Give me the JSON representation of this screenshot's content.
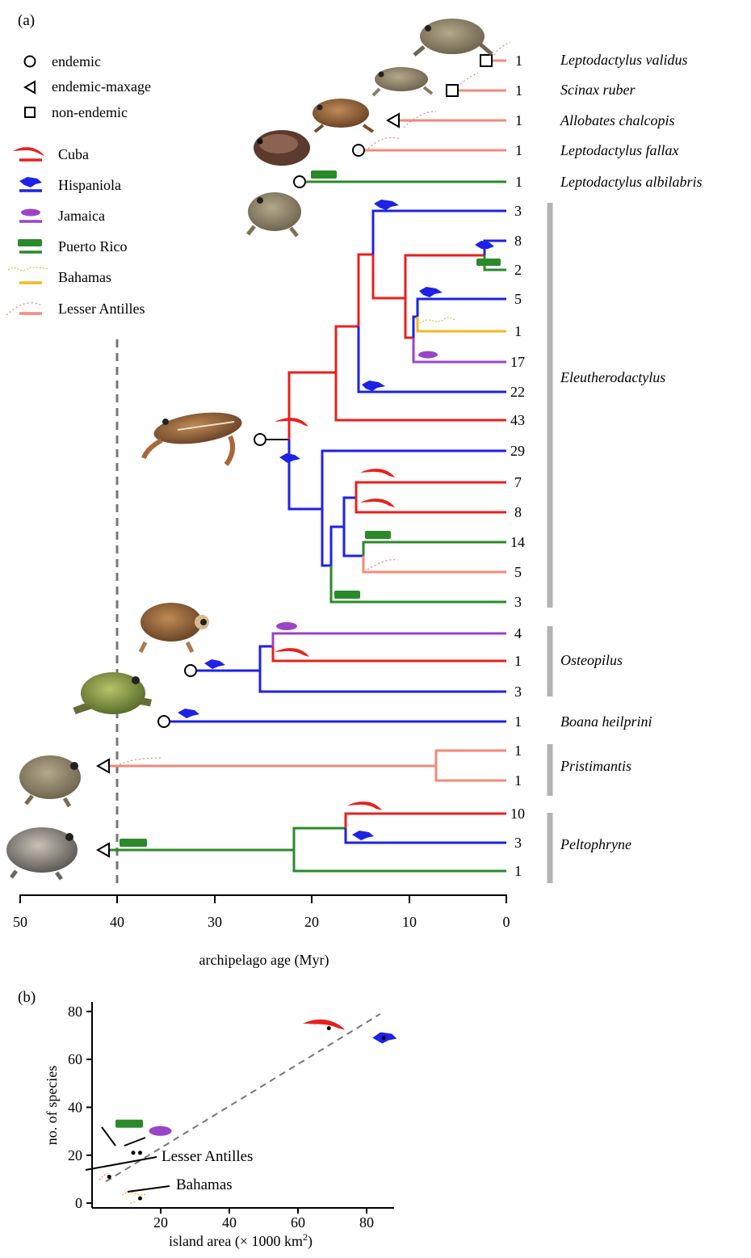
{
  "panel_a": {
    "label": "(a)",
    "legend_markers": [
      {
        "symbol": "circle",
        "label": "endemic"
      },
      {
        "symbol": "triangle",
        "label": "endemic-maxage"
      },
      {
        "symbol": "square",
        "label": "non-endemic"
      }
    ],
    "legend_islands": [
      {
        "island": "cuba",
        "label": "Cuba",
        "color": "#e8201c"
      },
      {
        "island": "hispaniola",
        "label": "Hispaniola",
        "color": "#1d22e6"
      },
      {
        "island": "jamaica",
        "label": "Jamaica",
        "color": "#9b44c9"
      },
      {
        "island": "puertorico",
        "label": "Puerto Rico",
        "color": "#2a8a2a"
      },
      {
        "island": "bahamas",
        "label": "Bahamas",
        "color": "#f5b820"
      },
      {
        "island": "lesser",
        "label": "Lesser Antilles",
        "color": "#f08a7a"
      }
    ],
    "x_axis": {
      "label": "archipelago age (Myr)",
      "ticks": [
        "50",
        "40",
        "30",
        "20",
        "10",
        "0"
      ],
      "reference_line_myr": 40
    },
    "tip_counts": [
      "1",
      "1",
      "1",
      "1",
      "1",
      "3",
      "8",
      "2",
      "5",
      "1",
      "17",
      "22",
      "43",
      "29",
      "7",
      "8",
      "14",
      "5",
      "3",
      "4",
      "1",
      "3",
      "1",
      "1",
      "1",
      "10",
      "3",
      "1"
    ],
    "clade_labels": [
      {
        "text": "Leptodactylus validus",
        "italic": true
      },
      {
        "text": "Scinax ruber",
        "italic": true
      },
      {
        "text": "Allobates chalcopis",
        "italic": true
      },
      {
        "text": "Leptodactylus fallax",
        "italic": true
      },
      {
        "text": "Leptodactylus albilabris",
        "italic": true
      },
      {
        "text": "Eleutherodactylus",
        "italic": true
      },
      {
        "text": "Osteopilus",
        "italic": true
      },
      {
        "text": "Boana heilprini",
        "italic": true
      },
      {
        "text": "Pristimantis",
        "italic": true
      },
      {
        "text": "Peltophryne",
        "italic": true
      }
    ]
  },
  "panel_b": {
    "label": "(b)",
    "annotations": [
      "Lesser Antilles",
      "Bahamas"
    ]
  },
  "chart_data": [
    {
      "type": "tree",
      "x_axis": "archipelago age (Myr)",
      "xlim": [
        50,
        0
      ],
      "reference_line": 40,
      "colonizations": [
        {
          "clade": "Leptodactylus validus",
          "island": "Lesser Antilles",
          "age": 2,
          "marker": "non-endemic",
          "species": [
            1
          ]
        },
        {
          "clade": "Scinax ruber",
          "island": "Lesser Antilles",
          "age": 5.5,
          "marker": "non-endemic",
          "species": [
            1
          ]
        },
        {
          "clade": "Allobates chalcopis",
          "island": "Lesser Antilles",
          "age": 11.5,
          "marker": "endemic-maxage",
          "species": [
            1
          ]
        },
        {
          "clade": "Leptodactylus fallax",
          "island": "Lesser Antilles",
          "age": 15.3,
          "marker": "endemic",
          "species": [
            1
          ]
        },
        {
          "clade": "Leptodactylus albilabris",
          "island": "Puerto Rico",
          "age": 21,
          "marker": "endemic",
          "species": [
            1
          ]
        },
        {
          "clade": "Eleutherodactylus",
          "island": "Cuba",
          "age": 25.2,
          "marker": "endemic",
          "species": [
            3,
            8,
            2,
            5,
            1,
            17,
            22,
            43,
            29,
            7,
            8,
            14,
            5,
            3
          ]
        },
        {
          "clade": "Osteopilus",
          "island": "Hispaniola",
          "age": 32.5,
          "marker": "endemic",
          "species": [
            4,
            1,
            3
          ]
        },
        {
          "clade": "Boana heilprini",
          "island": "Hispaniola",
          "age": 35,
          "marker": "endemic",
          "species": [
            1
          ]
        },
        {
          "clade": "Pristimantis",
          "island": "Lesser Antilles",
          "age": 41,
          "marker": "endemic-maxage",
          "species": [
            1,
            1
          ]
        },
        {
          "clade": "Peltophryne",
          "island": "Puerto Rico",
          "age": 41,
          "marker": "endemic-maxage",
          "species": [
            10,
            3,
            1
          ]
        }
      ]
    },
    {
      "type": "scatter",
      "xlabel": "island area (× 1000 km2)",
      "ylabel": "no. of species",
      "xlim": [
        0,
        88
      ],
      "ylim": [
        -2,
        84
      ],
      "xticks": [
        20,
        40,
        60,
        80
      ],
      "yticks": [
        0,
        20,
        40,
        60,
        80
      ],
      "trendline": {
        "style": "dashed",
        "from": [
          4,
          9
        ],
        "to": [
          84,
          79
        ]
      },
      "points": [
        {
          "island": "Cuba",
          "x": 69,
          "y": 73
        },
        {
          "island": "Hispaniola",
          "x": 85,
          "y": 69
        },
        {
          "island": "Jamaica",
          "x": 14,
          "y": 21
        },
        {
          "island": "Puerto Rico",
          "x": 12,
          "y": 21
        },
        {
          "island": "Lesser Antilles",
          "x": 5,
          "y": 11
        },
        {
          "island": "Bahamas",
          "x": 14,
          "y": 2
        }
      ]
    }
  ]
}
